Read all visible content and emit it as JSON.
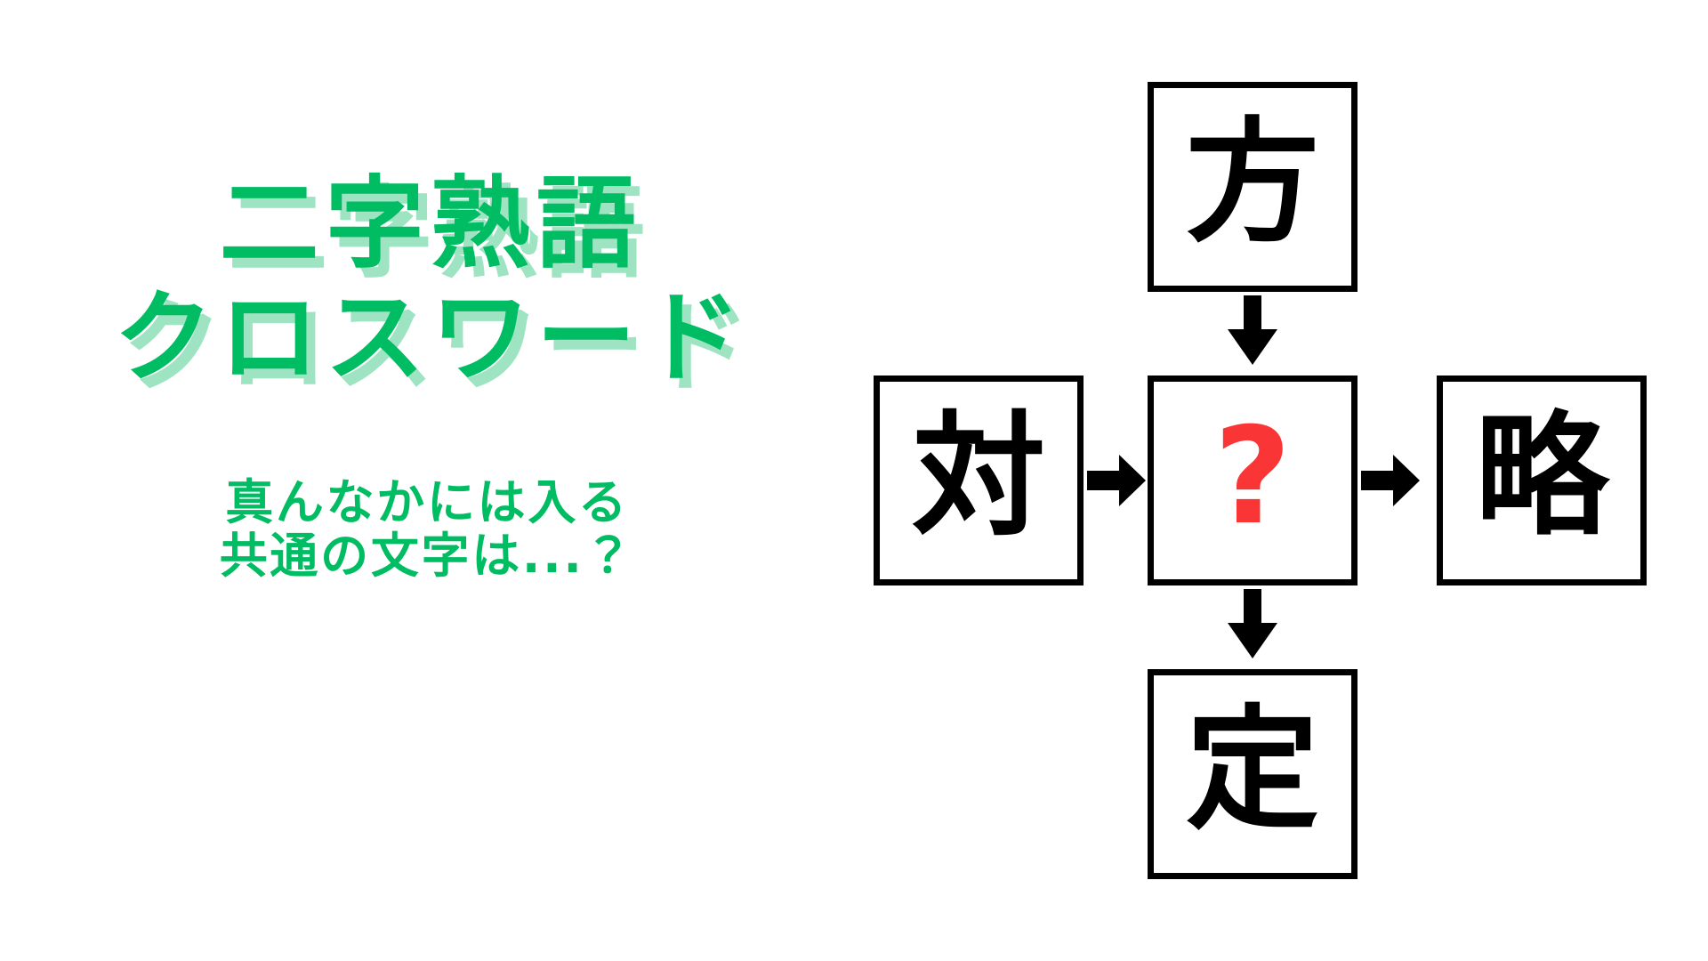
{
  "page": {
    "background_color": "#ffffff",
    "accent_green": "#00bc62",
    "accent_green_shadow": "#9ee3c2",
    "accent_red": "#f93535",
    "line_color": "#000000"
  },
  "title": {
    "line1": "二字熟語",
    "line2": "クロスワード"
  },
  "subtitle": {
    "line1": "真んなかには入る",
    "line2": "共通の文字は...？"
  },
  "crossword": {
    "layout": "plus-cross",
    "cells": {
      "top": {
        "char": "方",
        "state": "given"
      },
      "left": {
        "char": "対",
        "state": "given"
      },
      "center": {
        "char": "?",
        "state": "unknown"
      },
      "right": {
        "char": "略",
        "state": "given"
      },
      "bottom": {
        "char": "定",
        "state": "given"
      }
    },
    "arrows": [
      {
        "name": "arrow-top-to-center",
        "direction": "down",
        "from": "top",
        "to": "center"
      },
      {
        "name": "arrow-left-to-center",
        "direction": "right",
        "from": "left",
        "to": "center"
      },
      {
        "name": "arrow-center-to-right",
        "direction": "right",
        "from": "center",
        "to": "right"
      },
      {
        "name": "arrow-center-to-bottom",
        "direction": "down",
        "from": "center",
        "to": "bottom"
      }
    ],
    "words": [
      {
        "reading_order": "top-then-center",
        "pattern": "方 + ?"
      },
      {
        "reading_order": "left-then-center",
        "pattern": "対 + ?"
      },
      {
        "reading_order": "center-then-right",
        "pattern": "? + 略"
      },
      {
        "reading_order": "center-then-bottom",
        "pattern": "? + 定"
      }
    ]
  }
}
